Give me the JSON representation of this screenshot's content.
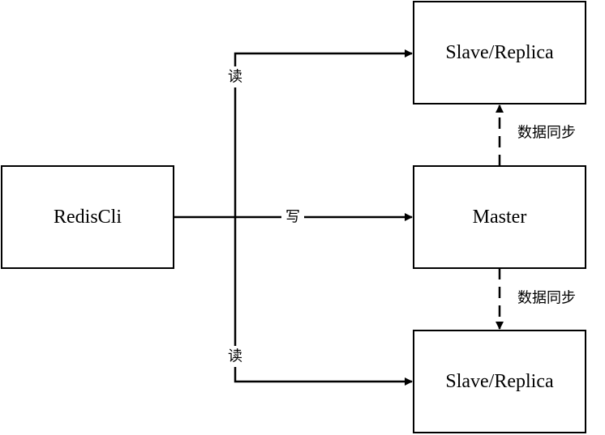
{
  "nodes": {
    "client": "RedisCli",
    "master": "Master",
    "replica_top": "Slave/Replica",
    "replica_bottom": "Slave/Replica"
  },
  "edges": {
    "read_top": "读",
    "write": "写",
    "read_bottom": "读",
    "sync_top": "数据同步",
    "sync_bottom": "数据同步"
  }
}
